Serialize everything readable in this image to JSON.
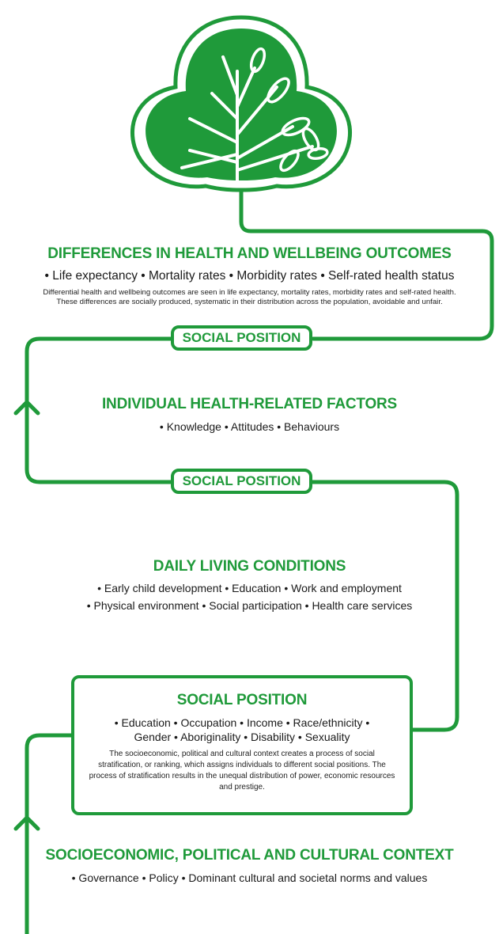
{
  "colors": {
    "accent": "#1f9a3a",
    "text": "#1a1a1a"
  },
  "tree": {
    "icon": "tree-icon"
  },
  "outcomes": {
    "title": "DIFFERENCES IN HEALTH AND WELLBEING OUTCOMES",
    "items": "• Life expectancy • Mortality rates • Morbidity rates • Self-rated health status",
    "note_line1": "Differential health and wellbeing outcomes are seen in life expectancy, mortality rates, morbidity rates and self-rated health.",
    "note_line2": "These differences are socially produced, systematic in their distribution across the population, avoidable and unfair."
  },
  "connector_top": {
    "label": "SOCIAL POSITION"
  },
  "individual": {
    "title": "INDIVIDUAL HEALTH-RELATED FACTORS",
    "items": "• Knowledge • Attitudes • Behaviours"
  },
  "connector_mid": {
    "label": "SOCIAL POSITION"
  },
  "daily": {
    "title": "DAILY LIVING CONDITIONS",
    "items_line1": "• Early child development • Education • Work and employment",
    "items_line2": "• Physical environment • Social participation • Health care services"
  },
  "social_position": {
    "title": "SOCIAL POSITION",
    "items_line1": "• Education • Occupation • Income • Race/ethnicity •",
    "items_line2": "Gender • Aboriginality • Disability • Sexuality",
    "note": "The socioeconomic, political and cultural context creates a process of social stratification, or ranking, which assigns individuals to different social positions. The process of stratification results in the unequal distribution of power, economic resources and prestige."
  },
  "context": {
    "title": "SOCIOECONOMIC, POLITICAL AND CULTURAL CONTEXT",
    "items": "• Governance • Policy • Dominant cultural and societal norms and values"
  }
}
